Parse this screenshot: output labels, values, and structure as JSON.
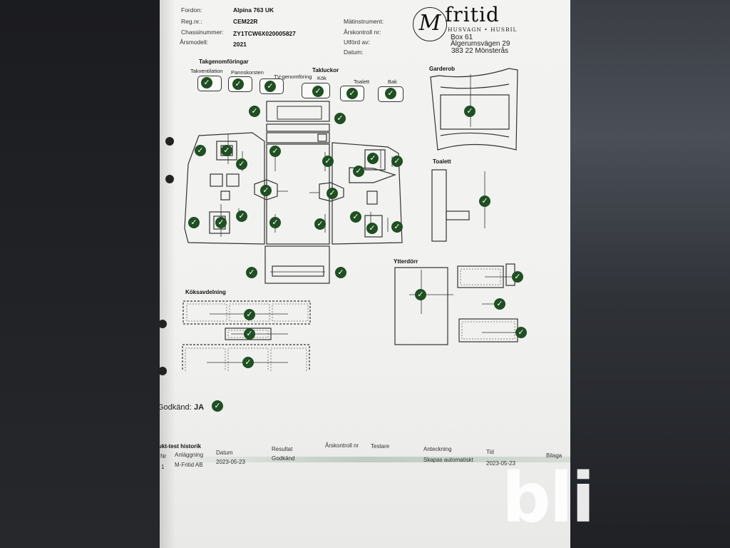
{
  "vehicle": {
    "fordon_label": "Fordon:",
    "fordon_value": "Alpina 763 UK",
    "regnr_label": "Reg.nr.:",
    "regnr_value": "CEM22R",
    "chassi_label": "Chassinummer:",
    "chassi_value": "ZY1TCW6X020005827",
    "arsmodell_label": "Årsmodell:",
    "arsmodell_value": "2021"
  },
  "measure": {
    "matinstrument": "Mätinstrument:",
    "arskontroll": "Årskontroll nr:",
    "utford_av": "Utförd av:",
    "datum": "Datum:"
  },
  "brand": {
    "logo_letter": "M",
    "name": "fritid",
    "tagline": "HUSVAGN • HUSBIL",
    "box": "Box 61",
    "street": "Älgerumsvägen 29",
    "city": "383 22 Mönsterås"
  },
  "sections": {
    "takgenom": "Takgenomföringar",
    "takventilation": "Takventilation",
    "pannskorsten": "Pannskorsten",
    "tv": "TV-genomföring",
    "takluckor": "Takluckor",
    "kok": "Kök",
    "toalett_top": "Toalett",
    "bak": "Bak",
    "garderob": "Garderob",
    "toalett": "Toalett",
    "ytterdorr": "Ytterdörr",
    "koksavdelning": "Köksavdelning"
  },
  "approval": {
    "label": "Godkänd:",
    "value": "JA"
  },
  "history": {
    "title": "ukt-test historik",
    "headers": [
      "Nr",
      "Anläggning",
      "Datum",
      "Resultat",
      "Årskontroll nr",
      "Testare",
      "Anteckning",
      "Tid",
      "Bilaga"
    ],
    "row": [
      "1",
      "M-Fritid AB",
      "2023-05-23",
      "Godkänd",
      "",
      "",
      "Skapas automatiskt",
      "2023-05-23",
      ""
    ]
  },
  "check_glyph": "✓",
  "watermark": "bli",
  "colors": {
    "check_green": "#1f4f22",
    "paper": "#f2f2f0",
    "background": "#2a2c30",
    "history_band": "#9fb6a6"
  }
}
